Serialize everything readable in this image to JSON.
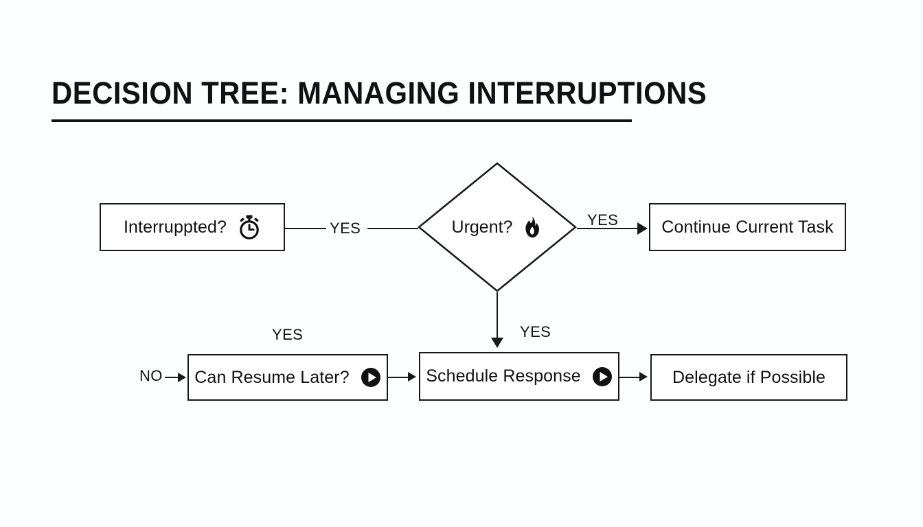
{
  "slide": {
    "title": "DECISION TREE: MANAGING INTERRUPTIONS",
    "background_color": "#fdfeff",
    "ink_color": "#111111"
  },
  "diagram": {
    "type": "flowchart",
    "nodes": [
      {
        "id": "interrupted",
        "label": "Interruppted?",
        "shape": "rectangle",
        "icon": "stopwatch-icon"
      },
      {
        "id": "urgent",
        "label": "Urgent?",
        "shape": "diamond",
        "icon": "flame-icon"
      },
      {
        "id": "continue",
        "label": "Continue Current Task",
        "shape": "rectangle",
        "icon": "none"
      },
      {
        "id": "resume",
        "label": "Can Resume Later?",
        "shape": "rectangle",
        "icon": "play-circle-icon"
      },
      {
        "id": "schedule",
        "label": "Schedule Response",
        "shape": "rectangle",
        "icon": "play-circle-icon"
      },
      {
        "id": "delegate",
        "label": "Delegate if Possible",
        "shape": "rectangle",
        "icon": "none"
      }
    ],
    "edges": [
      {
        "from": "interrupted",
        "to": "urgent",
        "label": "YES",
        "direction": "right"
      },
      {
        "from": "urgent",
        "to": "continue",
        "label": "YES",
        "direction": "right"
      },
      {
        "from": "urgent",
        "to": "schedule",
        "label": "YES",
        "direction": "down"
      },
      {
        "from": "no-entry",
        "to": "resume",
        "label": "NO",
        "direction": "right"
      },
      {
        "from": "resume",
        "to": "schedule",
        "label": "",
        "direction": "right"
      },
      {
        "from": "schedule",
        "to": "delegate",
        "label": "",
        "direction": "right"
      }
    ],
    "floating_labels": [
      {
        "id": "yes-above-resume",
        "text": "YES"
      }
    ]
  }
}
